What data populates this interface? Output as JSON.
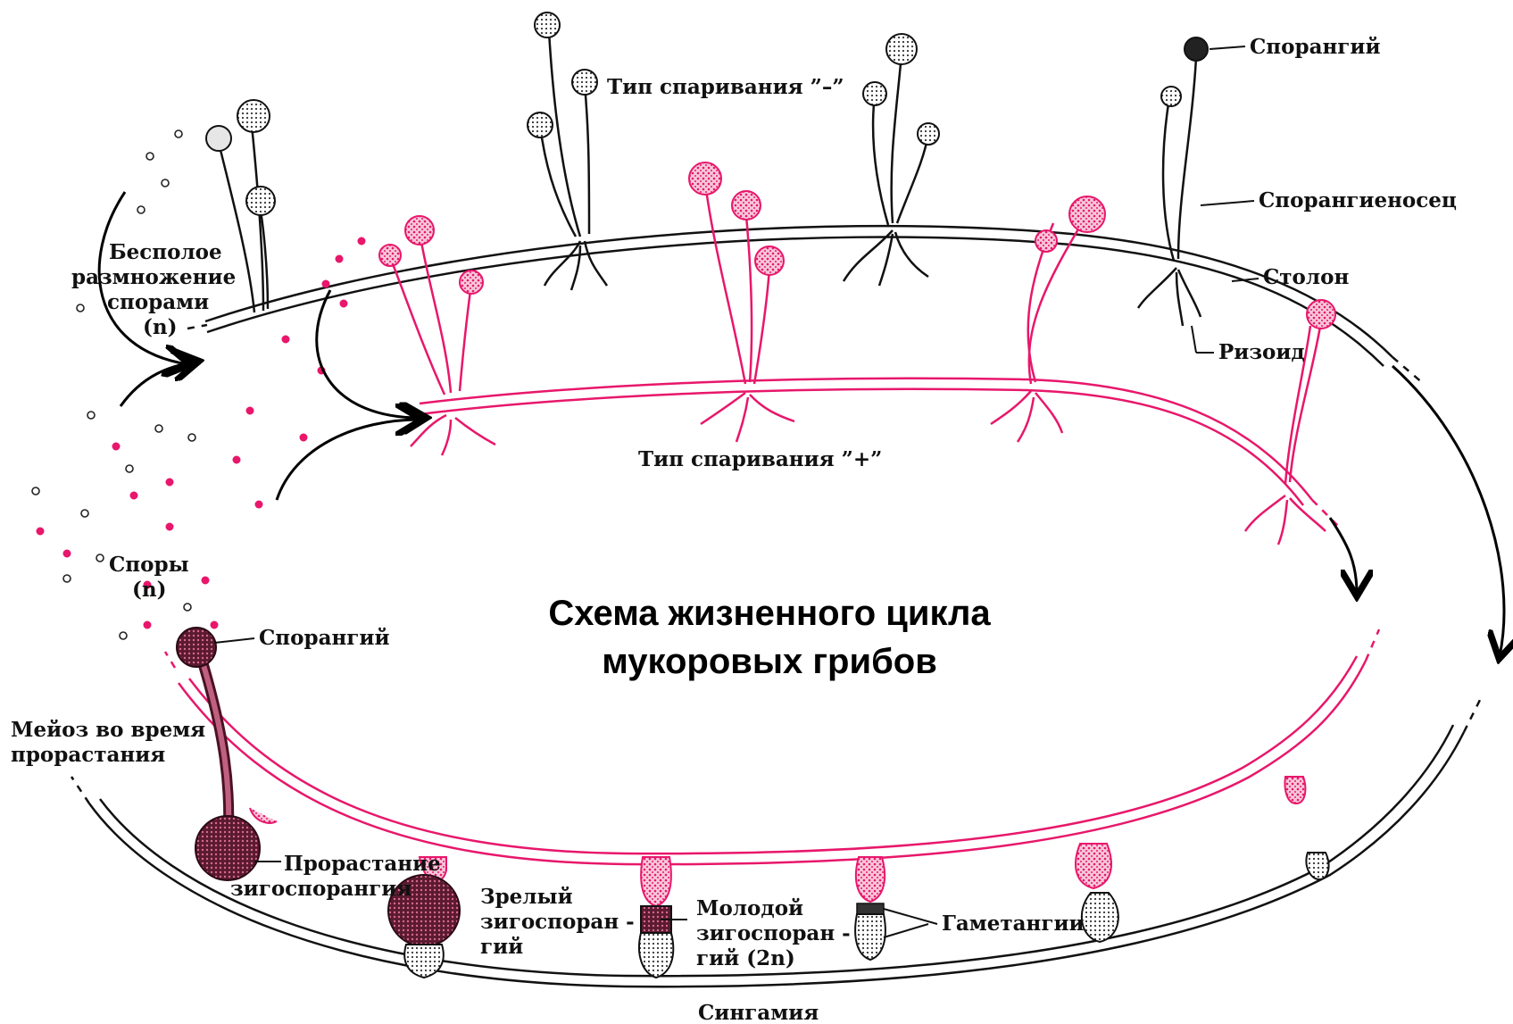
{
  "title": {
    "line1": "Схема жизненного цикла",
    "line2": "мукоровых грибов"
  },
  "labels": {
    "mating_minus": "Тип спаривания ”–”",
    "mating_plus": "Тип спаривания ”+”",
    "sporangium_top": "Спорангий",
    "sporangiophore": "Спорангиеносец",
    "stolon": "Столон",
    "rhizoid": "Ризоид",
    "asexual_1": "Бесполое",
    "asexual_2": "размножение",
    "asexual_3": "спорами",
    "asexual_4": "(n)",
    "spores_1": "Споры",
    "spores_2": "(n)",
    "sporangium_bottom": "Спорангий",
    "meiosis_1": "Мейоз во время",
    "meiosis_2": "прорастания",
    "germination_1": "Прорастание",
    "germination_2": "зигоспорангия",
    "mature_1": "Зрелый",
    "mature_2": "зигоспоран -",
    "mature_3": "гий",
    "young_1": "Молодой",
    "young_2": "зигоспоран -",
    "young_3": "гий  (2n)",
    "gametangia": "Гаметангии",
    "syngamy": "Сингамия"
  },
  "colors": {
    "minus_strain": "#111111",
    "plus_strain": "#e8176b",
    "zygosporangium": "#7a2a45"
  }
}
